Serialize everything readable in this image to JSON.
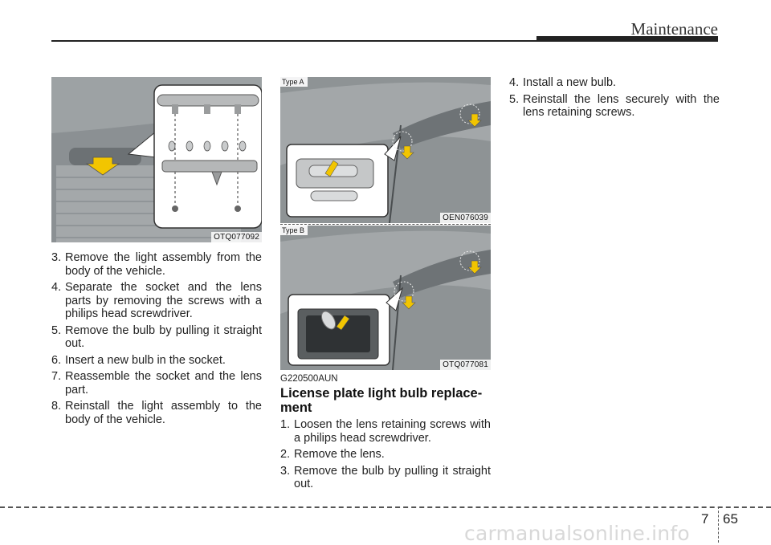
{
  "header": {
    "title": "Maintenance"
  },
  "figures": {
    "left": {
      "code": "OTQ077092"
    },
    "type_a": {
      "label": "Type A",
      "code": "OEN076039"
    },
    "type_b": {
      "label": "Type B",
      "code": "OTQ077081"
    }
  },
  "left_steps": [
    {
      "num": "3.",
      "text": "Remove the light assembly from the body of the vehicle."
    },
    {
      "num": "4.",
      "text": "Separate the socket and the lens parts by removing the screws with a philips head screwdriver."
    },
    {
      "num": "5.",
      "text": "Remove the bulb by pulling it straight out."
    },
    {
      "num": "6.",
      "text": "Insert a new bulb in the socket."
    },
    {
      "num": "7.",
      "text": "Reassemble the socket and the lens part."
    },
    {
      "num": "8.",
      "text": "Reinstall the light assembly to the body of the vehicle."
    }
  ],
  "section": {
    "code": "G220500AUN",
    "title": "License plate light bulb replace-ment"
  },
  "middle_steps": [
    {
      "num": "1.",
      "text": "Loosen the lens retaining screws with a philips head screwdriver."
    },
    {
      "num": "2.",
      "text": "Remove the lens."
    },
    {
      "num": "3.",
      "text": "Remove the bulb by pulling it straight out."
    }
  ],
  "right_steps": [
    {
      "num": "4.",
      "text": "Install a new bulb."
    },
    {
      "num": "5.",
      "text": "Reinstall the lens securely with the lens retaining screws."
    }
  ],
  "footer": {
    "chapter": "7",
    "page": "65",
    "watermark": "carmanualsonline.info"
  },
  "colors": {
    "arrow": "#f2c500",
    "figure_bg": "#8e9395"
  }
}
